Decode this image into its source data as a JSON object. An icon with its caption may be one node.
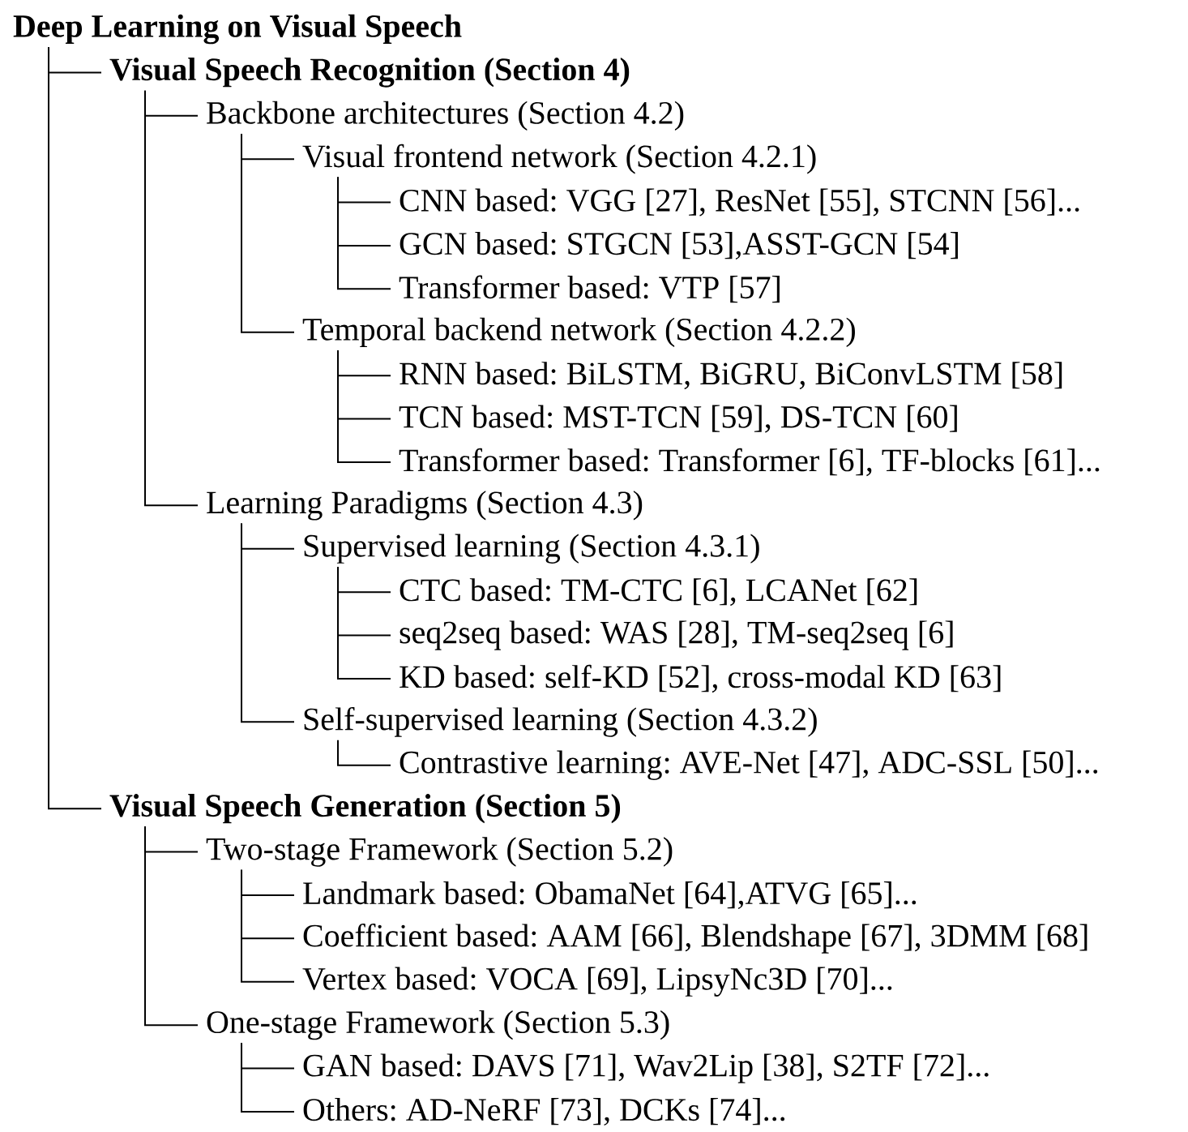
{
  "diagram": {
    "nodes": [
      {
        "text": [
          "Deep Learning on Visual Speech"
        ]
      },
      {
        "text": [
          "Visual Speech Recognition (Section 4)"
        ]
      },
      {
        "text": [
          "Backbone architectures (Section 4.2)"
        ]
      },
      {
        "text": [
          "Visual frontend network (Section 4.2.1)"
        ]
      },
      {
        "text": [
          "CNN based: VGG [27], ResNet [55], STCNN [56]..."
        ]
      },
      {
        "text": [
          "GCN based: STGCN [53],ASST-GCN [54]"
        ]
      },
      {
        "text": [
          "Transformer based: VTP [57]"
        ]
      },
      {
        "text": [
          "Temporal backend network (Section 4.2.2)"
        ]
      },
      {
        "text": [
          "RNN based: BiLSTM, BiGRU, BiConvLSTM [58]"
        ]
      },
      {
        "text": [
          "TCN based: MST-TCN [59], DS-TCN [60]"
        ]
      },
      {
        "text": [
          "Transformer based: Transformer [6], TF-blocks [61]..."
        ]
      },
      {
        "text": [
          "Learning Paradigms (Section 4.3)"
        ]
      },
      {
        "text": [
          "Supervised learning (Section 4.3.1)"
        ]
      },
      {
        "text": [
          "CTC based: TM-CTC [6], LCANet [62]"
        ]
      },
      {
        "text": [
          "seq2seq based: WAS [28], TM-seq2seq [6]"
        ]
      },
      {
        "text": [
          "KD based: self-KD [52], cross-modal KD [63]"
        ]
      },
      {
        "text": [
          "Self-supervised learning (Section 4.3.2)"
        ]
      },
      {
        "text": [
          "Contrastive learning: AVE-Net [47], ADC-SSL [50]..."
        ]
      },
      {
        "text": [
          "Visual Speech Generation (Section 5)"
        ]
      },
      {
        "text": [
          "Two-stage Framework (Section 5.2)"
        ]
      },
      {
        "text": [
          "Landmark based: ObamaNet [64],ATVG [65]..."
        ]
      },
      {
        "text": [
          "Coefficient based: AAM [66], Blendshape [67], 3DMM [68]"
        ]
      },
      {
        "text": [
          "Vertex based: VOCA [69], LipsyNc3D [70]..."
        ]
      },
      {
        "text": [
          "One-stage Framework (Section 5.3)"
        ]
      },
      {
        "text": [
          "GAN based: DAVS [71], Wav2Lip [38], S2TF [72]..."
        ]
      },
      {
        "text": [
          "Others: AD-NeRF [73], DCKs [74]..."
        ]
      }
    ],
    "edges": [
      {
        "from": 0,
        "to": 1,
        "arrow": "none"
      },
      {
        "from": 0,
        "to": 18,
        "arrow": "none"
      },
      {
        "from": 1,
        "to": 2,
        "arrow": "none"
      },
      {
        "from": 1,
        "to": 11,
        "arrow": "none"
      },
      {
        "from": 2,
        "to": 3,
        "arrow": "none"
      },
      {
        "from": 2,
        "to": 7,
        "arrow": "none"
      },
      {
        "from": 3,
        "to": 4,
        "arrow": "none"
      },
      {
        "from": 3,
        "to": 5,
        "arrow": "none"
      },
      {
        "from": 3,
        "to": 6,
        "arrow": "none"
      },
      {
        "from": 7,
        "to": 8,
        "arrow": "none"
      },
      {
        "from": 7,
        "to": 9,
        "arrow": "none"
      },
      {
        "from": 7,
        "to": 10,
        "arrow": "none"
      },
      {
        "from": 11,
        "to": 12,
        "arrow": "none"
      },
      {
        "from": 11,
        "to": 16,
        "arrow": "none"
      },
      {
        "from": 12,
        "to": 13,
        "arrow": "none"
      },
      {
        "from": 12,
        "to": 14,
        "arrow": "none"
      },
      {
        "from": 12,
        "to": 15,
        "arrow": "none"
      },
      {
        "from": 16,
        "to": 17,
        "arrow": "none"
      },
      {
        "from": 18,
        "to": 19,
        "arrow": "none"
      },
      {
        "from": 18,
        "to": 23,
        "arrow": "none"
      },
      {
        "from": 19,
        "to": 20,
        "arrow": "none"
      },
      {
        "from": 19,
        "to": 21,
        "arrow": "none"
      },
      {
        "from": 19,
        "to": 22,
        "arrow": "none"
      },
      {
        "from": 23,
        "to": 24,
        "arrow": "none"
      },
      {
        "from": 23,
        "to": 25,
        "arrow": "none"
      }
    ]
  }
}
